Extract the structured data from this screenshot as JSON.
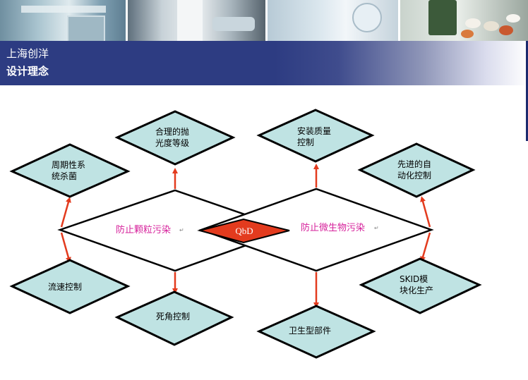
{
  "header": {
    "company": "上海创洋",
    "title": "设计理念"
  },
  "diagram": {
    "center": "QbD",
    "left_label": "防止颗粒污染",
    "right_label": "防止微生物污染",
    "nodes": [
      {
        "id": "reasonable-polishing",
        "lines": [
          "合理的抛",
          "光度等级"
        ]
      },
      {
        "id": "install-quality-control",
        "lines": [
          "安装质量",
          "控制"
        ]
      },
      {
        "id": "periodic-sterilization",
        "lines": [
          "周期性系",
          "统杀菌"
        ]
      },
      {
        "id": "advanced-automation",
        "lines": [
          "先进的自",
          "动化控制"
        ]
      },
      {
        "id": "flow-rate-control",
        "lines": [
          "流速控制"
        ]
      },
      {
        "id": "skid-modular-production",
        "lines": [
          "SKID模",
          "块化生产"
        ]
      },
      {
        "id": "dead-leg-control",
        "lines": [
          "死角控制"
        ]
      },
      {
        "id": "sanitary-components",
        "lines": [
          "卫生型部件"
        ]
      }
    ]
  },
  "colors": {
    "banner": "#2d3c82",
    "node_fill": "#bfe3e3",
    "center_fill": "#e33b1e",
    "arrow": "#e33b1e",
    "label_pink": "#d6219b"
  }
}
